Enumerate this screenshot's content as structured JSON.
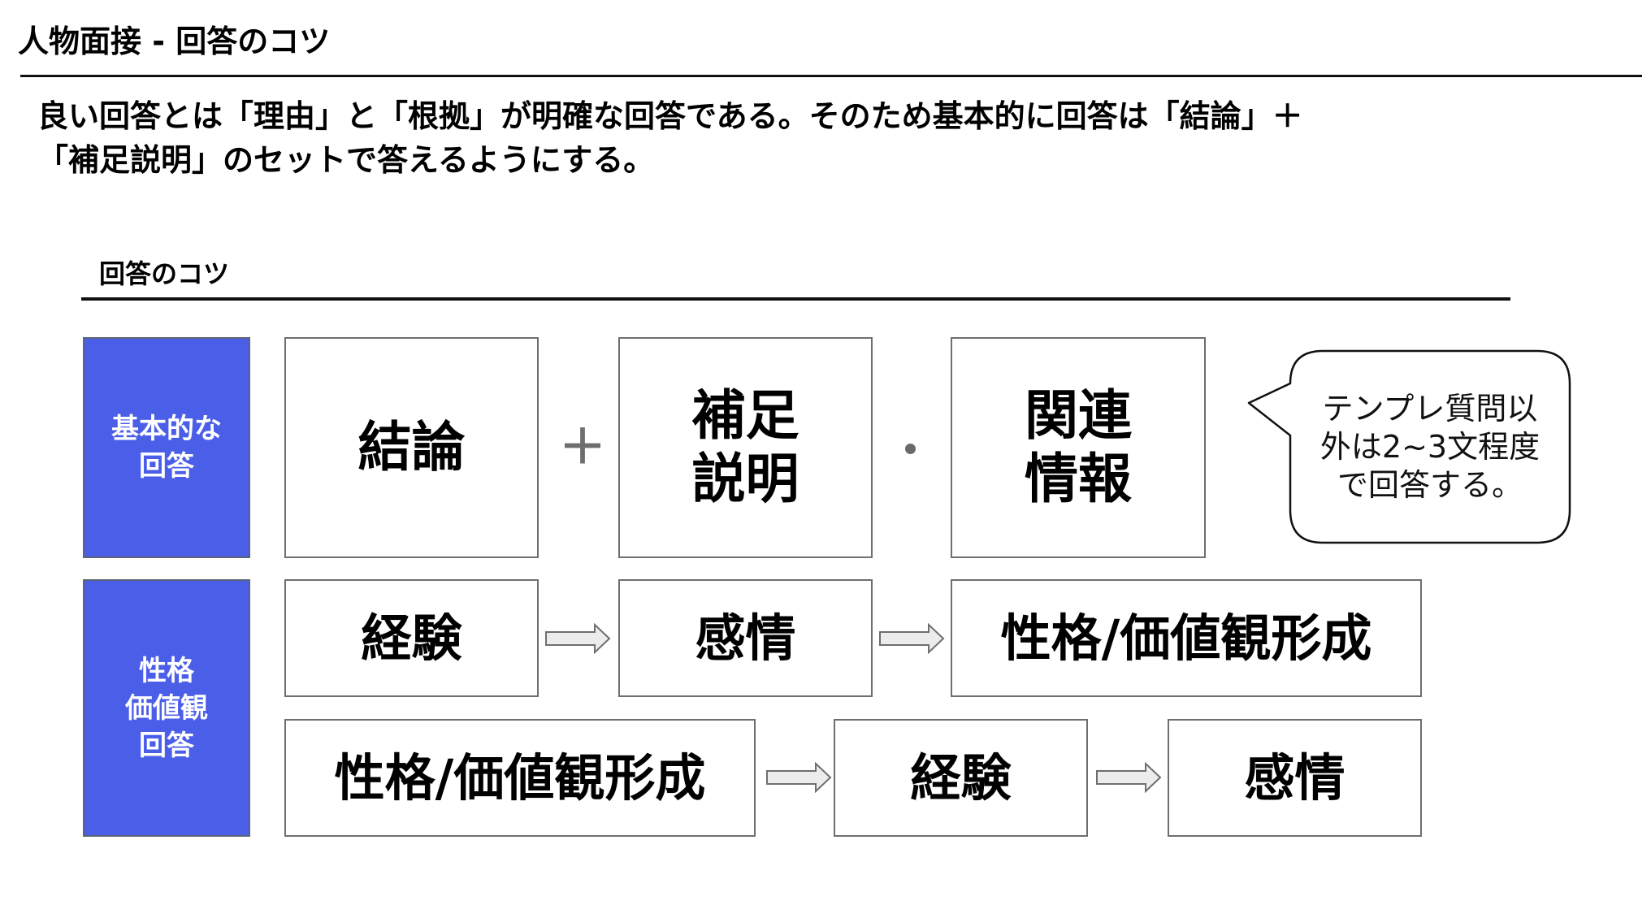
{
  "page": {
    "title": "人物面接 - 回答のコツ",
    "intro_lines": [
      "良い回答とは「理由」と「根拠」が明確な回答である。そのため基本的に回答は「結論」＋",
      "「補足説明」のセットで答えるようにする。"
    ]
  },
  "section": {
    "label": "回答のコツ"
  },
  "colors": {
    "category_fill": "#4a5ee8",
    "box_border": "#6e6e6e",
    "arrow_fill": "#ececec",
    "arrow_stroke": "#6e6e6e"
  },
  "rows": {
    "basic": {
      "category_lines": [
        "基本的な",
        "回答"
      ],
      "items": [
        {
          "lines": [
            "結論"
          ]
        },
        {
          "lines": [
            "補足",
            "説明"
          ]
        },
        {
          "lines": [
            "関連",
            "情報"
          ]
        }
      ],
      "operators": [
        "+",
        "dot"
      ],
      "bubble": {
        "lines": [
          "テンプレ質問以",
          "外は2~3文程度",
          "で回答する。"
        ]
      }
    },
    "personality": {
      "category_lines": [
        "性格",
        "価値観",
        "回答"
      ],
      "flow_a": [
        "経験",
        "感情",
        "性格/価値観形成"
      ],
      "flow_b": [
        "性格/価値観形成",
        "経験",
        "感情"
      ],
      "connector_icon": "right-arrow-icon"
    }
  }
}
